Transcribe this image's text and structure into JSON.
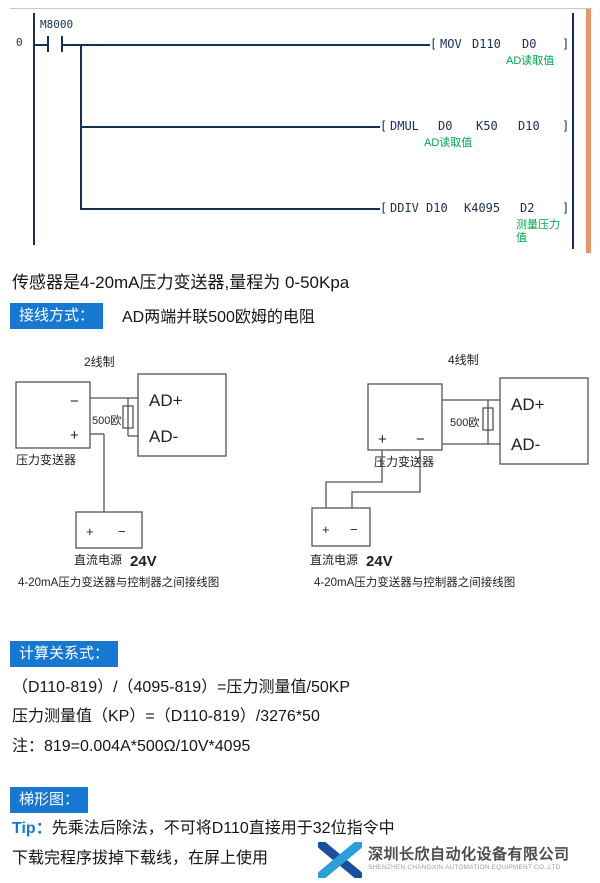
{
  "ladder": {
    "step_number": "0",
    "contact_label": "M8000",
    "bracket_open": "[",
    "bracket_close": "]",
    "rungs": [
      {
        "op": "MOV",
        "o1": "D110",
        "o2": "D0",
        "o3": "",
        "comment": "AD读取值"
      },
      {
        "op": "DMUL",
        "o1": "D0",
        "o2": "K50",
        "o3": "D10",
        "comment": "AD读取值"
      },
      {
        "op": "DDIV",
        "o1": "D10",
        "o2": "K4095",
        "o3": "D2",
        "comment": "测量压力值"
      }
    ]
  },
  "intro": {
    "sensor_line": "传感器是4-20mA压力变送器,量程为 0-50Kpa",
    "wiring_tag": "接线方式：",
    "wiring_desc": "AD两端并联500欧姆的电阻"
  },
  "diagram_left": {
    "title": "2线制",
    "transmitter": "压力变送器",
    "minus": "−",
    "plus": "+",
    "resistor": "500欧",
    "ad_plus": "AD+",
    "ad_minus": "AD-",
    "dc_label": "直流电源",
    "dc_voltage": "24V",
    "caption": "4-20mA压力变送器与控制器之间接线图"
  },
  "diagram_right": {
    "title": "4线制",
    "transmitter": "压力变送器",
    "plus": "+",
    "minus": "−",
    "resistor": "500欧",
    "ad_plus": "AD+",
    "ad_minus": "AD-",
    "dc_label": "直流电源",
    "dc_voltage": "24V",
    "caption": "4-20mA压力变送器与控制器之间接线图"
  },
  "calc": {
    "tag": "计算关系式：",
    "line1": "（D110-819）/（4095-819）=压力测量值/50KP",
    "line2": "压力测量值（KP）=（D110-819）/3276*50",
    "line3": "注：819=0.004A*500Ω/10V*4095"
  },
  "ladder_note": {
    "tag": "梯形图：",
    "tip_label": "Tip：",
    "tip_line1": "先乘法后除法，不可将D110直接用于32位指令中",
    "tip_line2": "下载完程序拔掉下载线，在屏上使用"
  },
  "footer": {
    "company_cn": "深圳长欣自动化设备有限公司",
    "company_en": "SHENZHEN CHANGXIN AUTOMATION EQUIPMENT CO.,LTD"
  },
  "colors": {
    "tag_blue": "#1778d2",
    "comment_green": "#00a651",
    "scroll_orange": "#e8936c",
    "ladder_line": "#1a2f55"
  }
}
